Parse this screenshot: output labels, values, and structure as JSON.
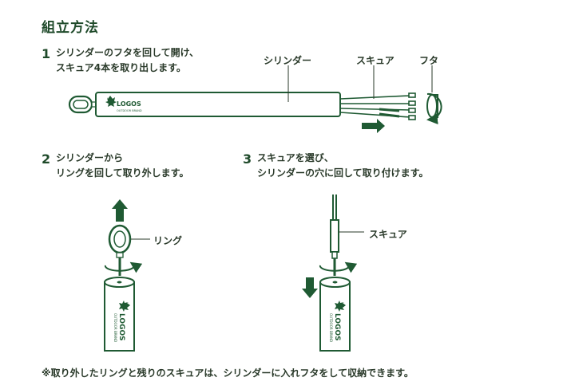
{
  "title": "組立方法",
  "colors": {
    "green": "#1f5a33",
    "dark": "#2a3a2a",
    "cylinder_fill": "#ffffff"
  },
  "steps": [
    {
      "number": "1",
      "line1": "シリンダーのフタを回して開け、",
      "line2": "スキュア4本を取り出します。"
    },
    {
      "number": "2",
      "line1": "シリンダーから",
      "line2": "リングを回して取り外します。"
    },
    {
      "number": "3",
      "line1": "スキュアを選び、",
      "line2": "シリンダーの穴に回して取り付けます。"
    }
  ],
  "callouts": {
    "cylinder": "シリンダー",
    "skewer": "スキュア",
    "cap": "フタ",
    "ring": "リング",
    "skewer_step3": "スキュア"
  },
  "brand": {
    "name": "LOGOS",
    "tagline": "OUTDOOR BRAND"
  },
  "note": "※取り外したリングと残りのスキュアは、シリンダーに入れフタをして収納できます。"
}
